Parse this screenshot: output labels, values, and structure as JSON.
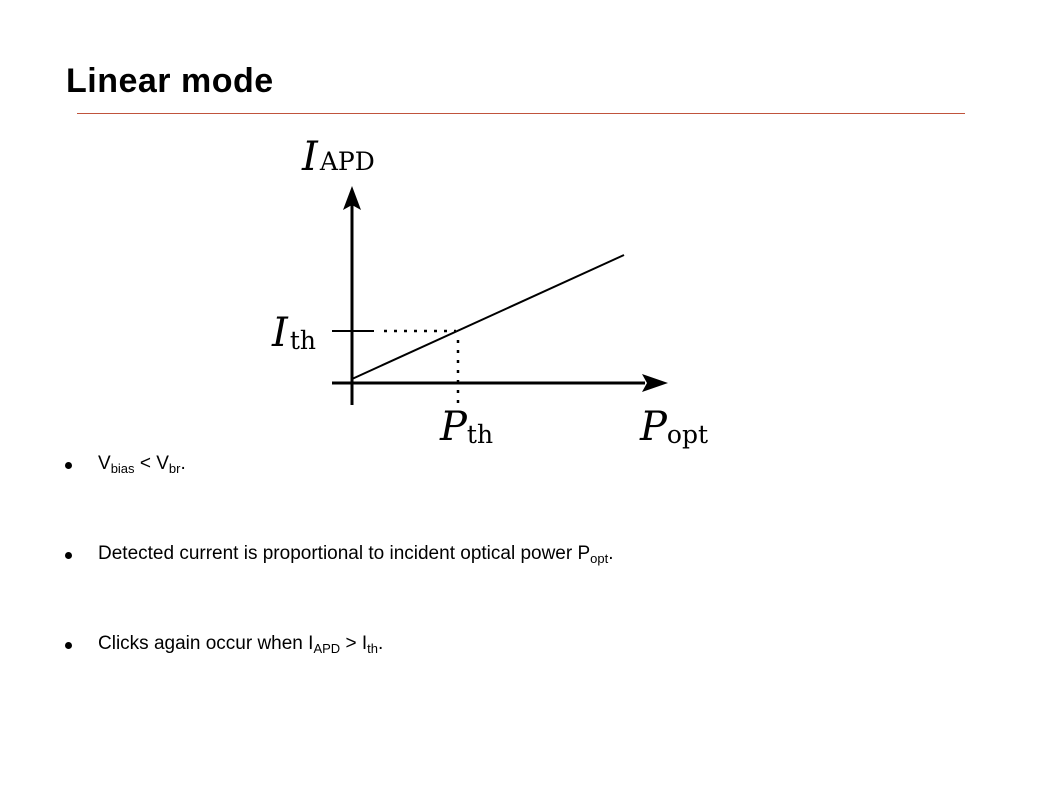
{
  "slide": {
    "title": "Linear mode"
  },
  "diagram": {
    "y_axis_symbol": "I",
    "y_axis_subscript": "APD",
    "x_axis_symbol": "P",
    "x_axis_subscript": "opt",
    "threshold_current_symbol": "I",
    "threshold_current_subscript": "th",
    "threshold_power_symbol": "P",
    "threshold_power_subscript": "th"
  },
  "bullets": [
    {
      "parts": [
        "V",
        "bias",
        " < V",
        "br",
        "."
      ]
    },
    {
      "parts": [
        "Detected current is proportional to incident optical power P",
        "opt",
        "."
      ]
    },
    {
      "parts": [
        "Clicks again occur when I",
        "APD",
        " > I",
        "th",
        "."
      ]
    }
  ]
}
